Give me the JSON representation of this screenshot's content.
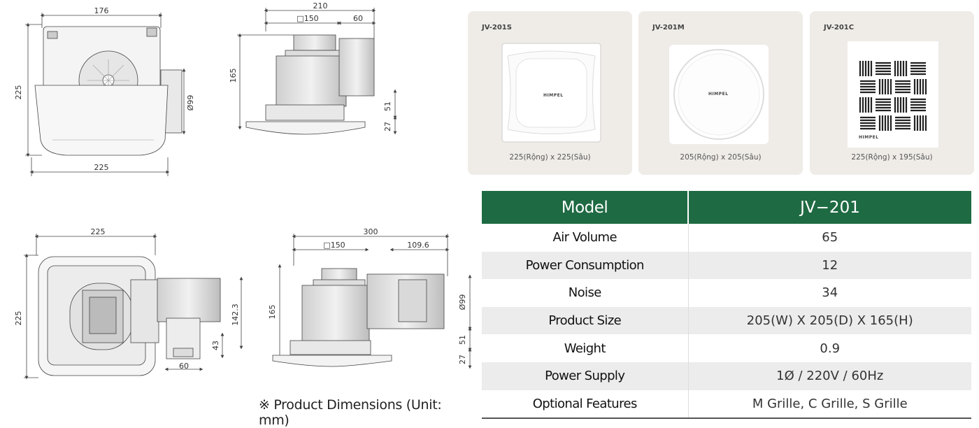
{
  "drawings": {
    "top_left": {
      "width_top": "176",
      "height": "225",
      "width_bottom": "225",
      "duct": "Ø99"
    },
    "top_right": {
      "width": "210",
      "box": "□150",
      "duct_len": "60",
      "height": "165",
      "h1": "51",
      "h2": "27"
    },
    "bottom_left": {
      "width": "225",
      "height": "225",
      "duct_h": "142.3",
      "side": "43",
      "bottom": "60"
    },
    "bottom_right": {
      "width": "300",
      "box": "□150",
      "duct_len": "109.6",
      "height": "165",
      "duct": "Ø99",
      "h1": "51",
      "h2": "27"
    },
    "note": "※ Product Dimensions (Unit: mm)"
  },
  "variants": [
    {
      "model": "JV-201S",
      "brand": "HIMPEL",
      "size": "225(Rộng) x 225(Sâu)"
    },
    {
      "model": "JV-201M",
      "brand": "HIMPEL",
      "size": "205(Rộng) x 205(Sâu)"
    },
    {
      "model": "JV-201C",
      "brand": "HIMPEL",
      "size": "225(Rộng) x 195(Sâu)"
    }
  ],
  "spec_table": {
    "header": {
      "label": "Model",
      "value": "JV−201"
    },
    "rows": [
      {
        "label": "Air Volume",
        "value": "65"
      },
      {
        "label": "Power Consumption",
        "value": "12"
      },
      {
        "label": "Noise",
        "value": "34"
      },
      {
        "label": "Product Size",
        "value": "205(W) X 205(D) X 165(H)"
      },
      {
        "label": "Weight",
        "value": "0.9"
      },
      {
        "label": "Power Supply",
        "value": "1Ø / 220V / 60Hz"
      },
      {
        "label": "Optional Features",
        "value": "M Grille, C Grille, S Grille"
      }
    ]
  }
}
